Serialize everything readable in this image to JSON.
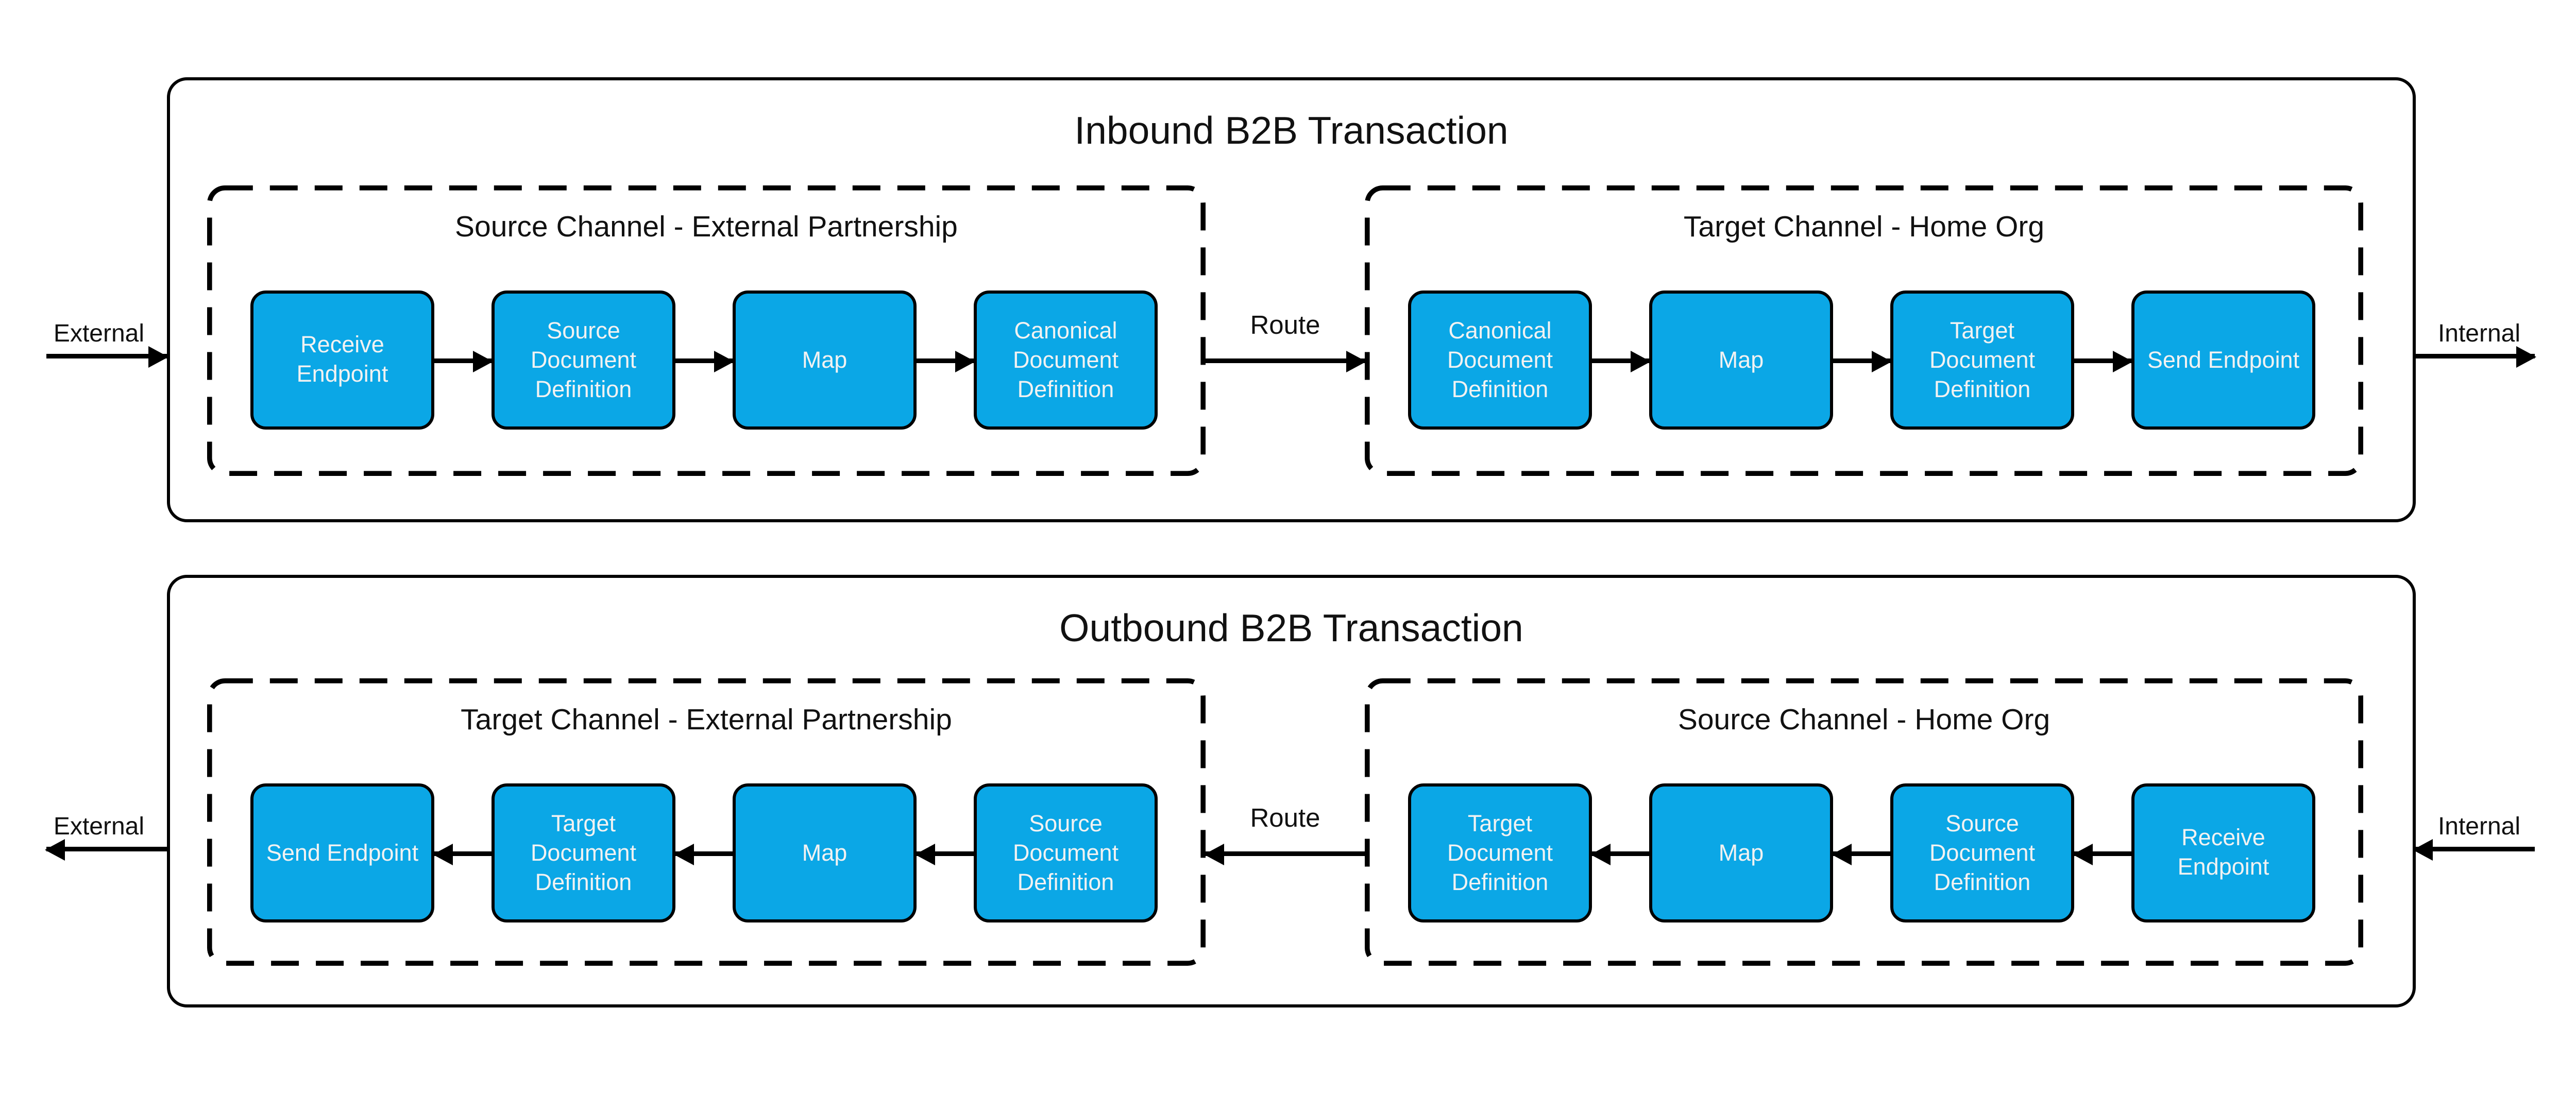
{
  "colors": {
    "node_fill": "#0ba7e6",
    "node_text": "#f2f2f2",
    "stroke": "#000000",
    "background": "#ffffff"
  },
  "sections": [
    {
      "title": "Inbound B2B Transaction",
      "flow_direction": "right",
      "left_label": "External",
      "right_label": "Internal",
      "route_label": "Route",
      "channels": [
        {
          "title": "Source Channel - External Partnership",
          "nodes": [
            "Receive Endpoint",
            "Source Document Definition",
            "Map",
            "Canonical Document Definition"
          ]
        },
        {
          "title": "Target Channel - Home Org",
          "nodes": [
            "Canonical Document Definition",
            "Map",
            "Target Document Definition",
            "Send Endpoint"
          ]
        }
      ]
    },
    {
      "title": "Outbound B2B Transaction",
      "flow_direction": "left",
      "left_label": "External",
      "right_label": "Internal",
      "route_label": "Route",
      "channels": [
        {
          "title": "Target Channel - External Partnership",
          "nodes": [
            "Send Endpoint",
            "Target Document Definition",
            "Map",
            "Source Document Definition"
          ]
        },
        {
          "title": "Source Channel - Home Org",
          "nodes": [
            "Target Document Definition",
            "Map",
            "Source Document Definition",
            "Receive Endpoint"
          ]
        }
      ]
    }
  ]
}
